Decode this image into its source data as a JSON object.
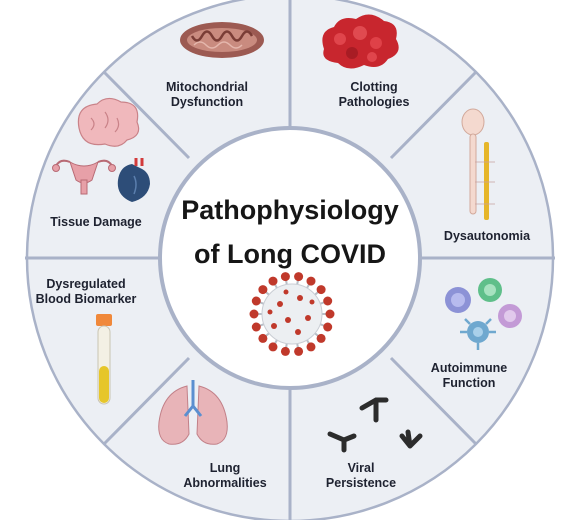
{
  "diagram": {
    "title_line1": "Pathophysiology",
    "title_line2": "of Long COVID",
    "segments": [
      {
        "id": "mito",
        "lines": [
          "Mitochondrial",
          "Dysfunction"
        ],
        "icon": "mitochondrion-icon"
      },
      {
        "id": "clot",
        "lines": [
          "Clotting",
          "Pathologies"
        ],
        "icon": "blood-clot-icon"
      },
      {
        "id": "dysauto",
        "lines": [
          "Dysautonomia"
        ],
        "icon": "nervous-system-icon"
      },
      {
        "id": "auto",
        "lines": [
          "Autoimmune",
          "Function"
        ],
        "icon": "immune-cells-icon"
      },
      {
        "id": "viral",
        "lines": [
          "Viral",
          "Persistence"
        ],
        "icon": "antibody-icon"
      },
      {
        "id": "lung",
        "lines": [
          "Lung",
          "Abnormalities"
        ],
        "icon": "lungs-icon"
      },
      {
        "id": "blood",
        "lines": [
          "Dysregulated",
          "Blood Biomarker"
        ],
        "icon": "blood-tube-icon"
      },
      {
        "id": "tissue",
        "lines": [
          "Tissue Damage"
        ],
        "icon": "organs-icon"
      }
    ],
    "colors": {
      "ring_fill": "#eceff4",
      "ring_border": "#a9b2c8",
      "divider": "#a9b2c8",
      "center_fill": "#ffffff"
    }
  }
}
